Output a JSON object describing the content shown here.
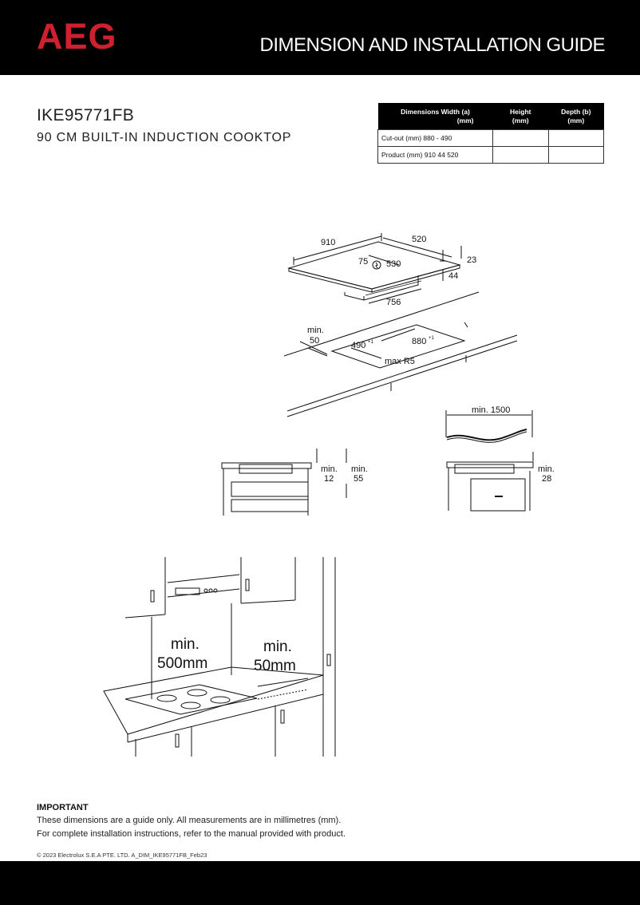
{
  "header": {
    "brand": "AEG",
    "title": "DIMENSION AND INSTALLATION GUIDE",
    "brand_color": "#d0202e"
  },
  "product": {
    "model": "IKE95771FB",
    "description": "90 CM BUILT-IN INDUCTION COOKTOP"
  },
  "dimensions_table": {
    "headers": {
      "dimensions_width": "Dimensions Width (a)",
      "width_unit": "(mm)",
      "height": "Height",
      "height_unit": "(mm)",
      "depth": "Depth (b)",
      "depth_unit": "(mm)"
    },
    "rows": [
      {
        "label": "Cut-out (mm) 880 - 490",
        "height": "",
        "depth": ""
      },
      {
        "label": "Product (mm) 910 44 520",
        "height": "",
        "depth": ""
      }
    ]
  },
  "top_diagram": {
    "width": "910",
    "depth": "520",
    "thickness_top": "23",
    "thickness_bottom": "44",
    "offset": "75",
    "inner_depth": "530",
    "box_width": "756"
  },
  "cutout_diagram": {
    "min_edge": "min.\n50",
    "min_label": "min.",
    "min_value": "50",
    "depth": "490",
    "depth_tol": "+1",
    "width": "880",
    "width_tol": "+1",
    "radius": "max R5"
  },
  "cable_diagram": {
    "length": "min. 1500"
  },
  "section_left": {
    "a_label": "min.",
    "a_value": "12",
    "b_label": "min.",
    "b_value": "55"
  },
  "section_right": {
    "label": "min.",
    "value": "28"
  },
  "kitchen_diagram": {
    "vertical_label": "min.",
    "vertical_value": "500mm",
    "side_label": "min.",
    "side_value": "50mm"
  },
  "important": {
    "title": "IMPORTANT",
    "line1": "These dimensions are a guide only. All measurements are in millimetres (mm).",
    "line2": "For complete installation instructions, refer to the manual provided with product."
  },
  "copyright": "© 2023 Electrolux S.E.A PTE. LTD. A_DIM_IKE95771FB_Feb23"
}
